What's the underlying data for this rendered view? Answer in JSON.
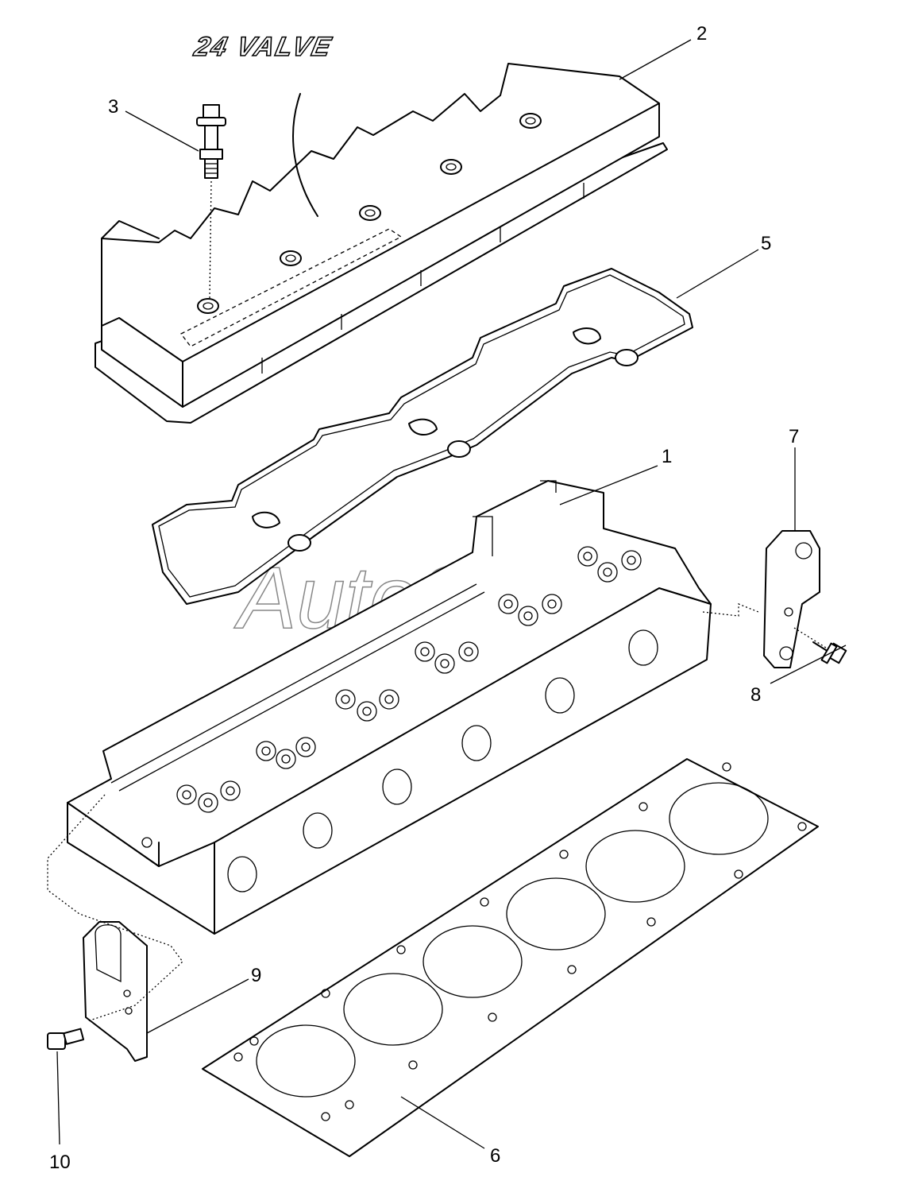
{
  "figure": {
    "emblem_text": "24 VALVE",
    "watermark_text": "AutoSoft"
  },
  "callouts": [
    {
      "id": "1",
      "label": "1",
      "part": "cylinder head"
    },
    {
      "id": "2",
      "label": "2",
      "part": "rocker cover"
    },
    {
      "id": "3",
      "label": "3",
      "part": "cover bolt"
    },
    {
      "id": "5",
      "label": "5",
      "part": "rocker cover gasket"
    },
    {
      "id": "6",
      "label": "6",
      "part": "head gasket"
    },
    {
      "id": "7",
      "label": "7",
      "part": "lifting bracket rear"
    },
    {
      "id": "8",
      "label": "8",
      "part": "bracket bolt rear"
    },
    {
      "id": "9",
      "label": "9",
      "part": "lifting bracket front"
    },
    {
      "id": "10",
      "label": "10",
      "part": "bracket bolt front"
    }
  ]
}
